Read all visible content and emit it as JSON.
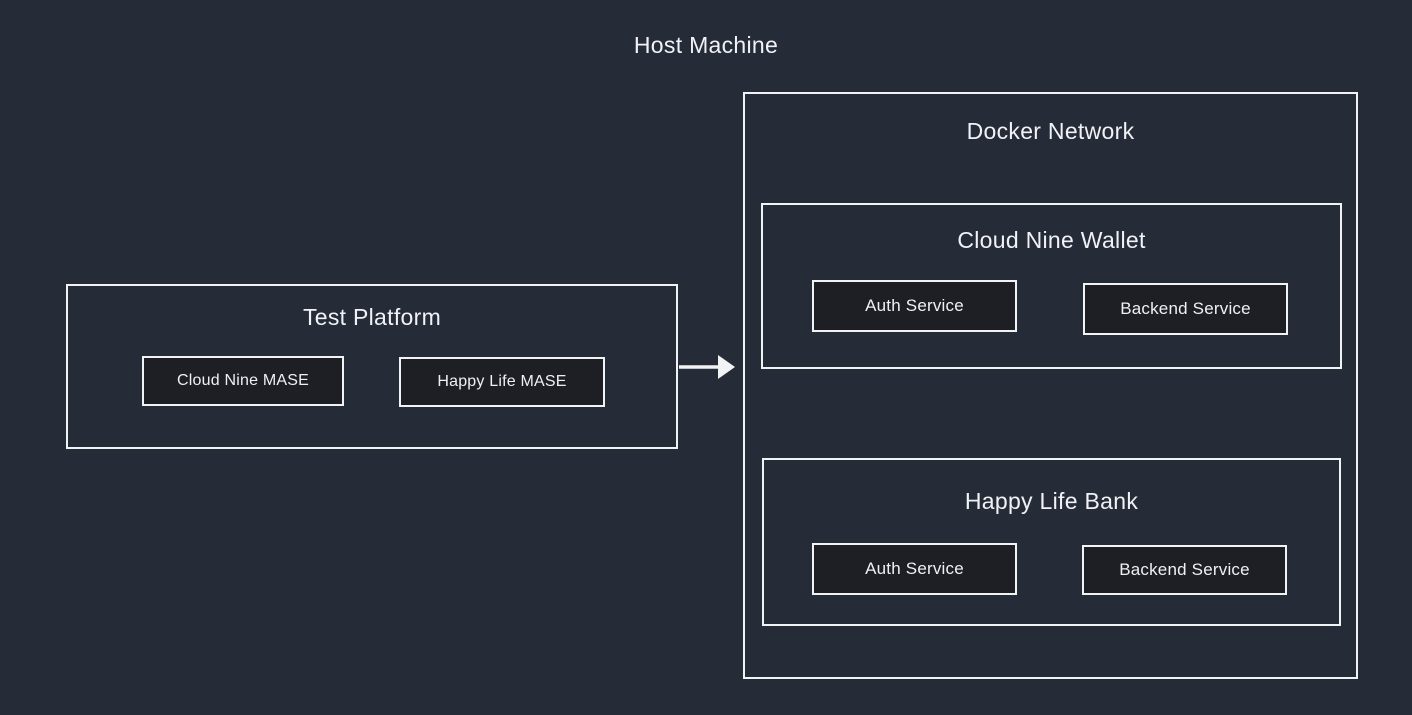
{
  "colors": {
    "background": "#262b38",
    "box_border": "#f2f3f5",
    "node_fill": "#1e1f24",
    "text": "#f0f2f5",
    "arrow": "#f2f3f5"
  },
  "diagram": {
    "host_label": "Host Machine",
    "docker_network": {
      "label": "Docker Network",
      "groups": [
        {
          "label": "Cloud Nine Wallet",
          "services": [
            {
              "label": "Auth Service"
            },
            {
              "label": "Backend Service"
            }
          ]
        },
        {
          "label": "Happy Life Bank",
          "services": [
            {
              "label": "Auth Service"
            },
            {
              "label": "Backend Service"
            }
          ]
        }
      ]
    },
    "test_platform": {
      "label": "Test Platform",
      "nodes": [
        {
          "label": "Cloud Nine MASE"
        },
        {
          "label": "Happy Life MASE"
        }
      ]
    },
    "arrow": {
      "from": "Test Platform",
      "to": "Docker Network"
    }
  }
}
